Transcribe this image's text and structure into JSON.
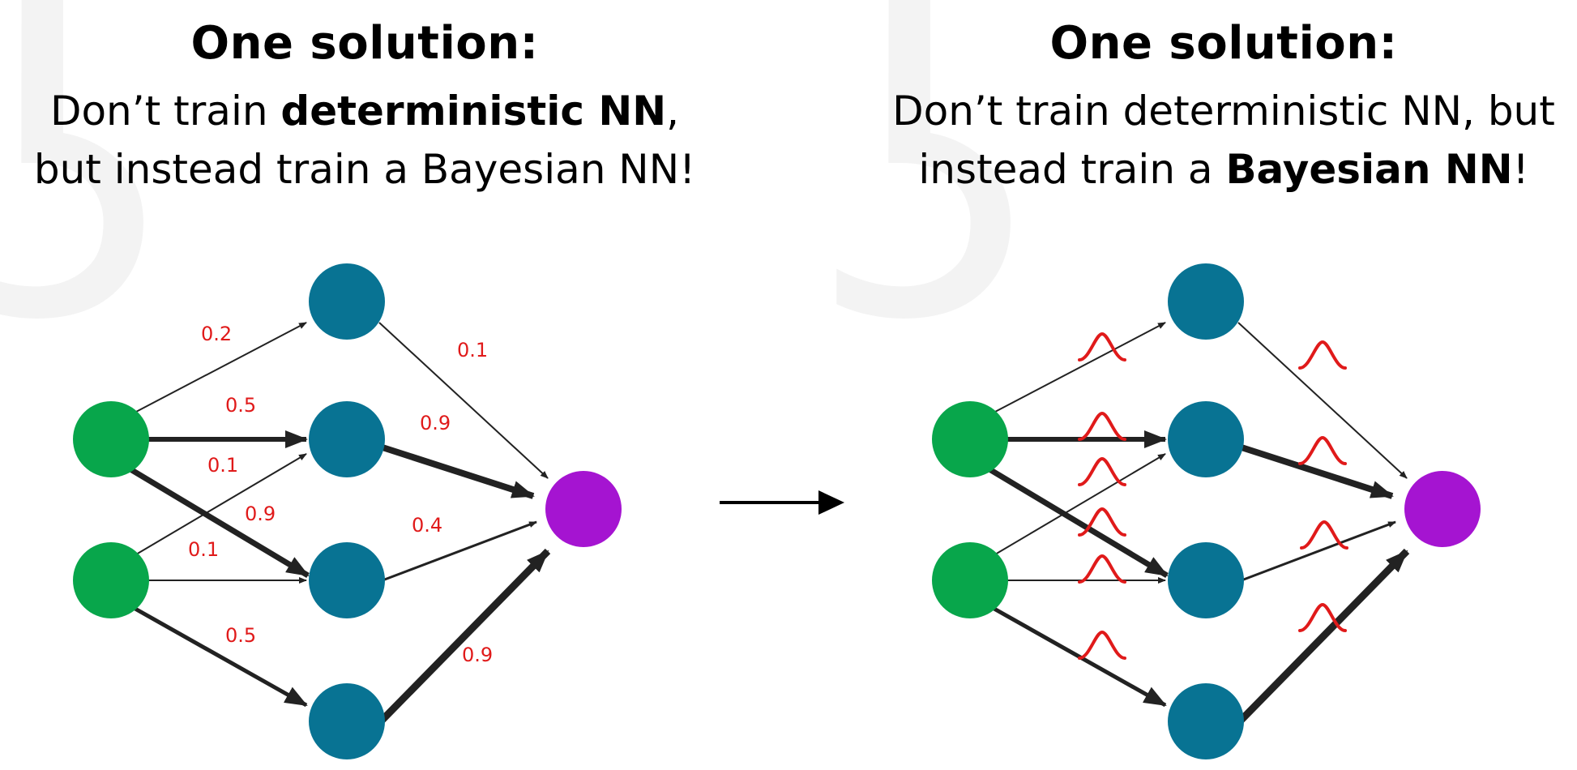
{
  "left_panel": {
    "title": "One solution:",
    "line1_pre": "Don’t train ",
    "line1_bold": "deterministic NN",
    "line1_post": ",",
    "line2": "but instead train a Bayesian NN!",
    "weights": [
      "0.2",
      "0.5",
      "0.1",
      "0.9",
      "0.1",
      "0.5",
      "0.1",
      "0.9",
      "0.4",
      "0.9"
    ]
  },
  "right_panel": {
    "title": "One solution:",
    "line1": "Don’t train deterministic NN, but",
    "line2_pre": "instead train a ",
    "line2_bold": "Bayesian NN",
    "line2_post": "!"
  },
  "colors": {
    "input_node": "#08a64b",
    "hidden_node": "#087393",
    "output_node": "#a514d1",
    "weight_label": "#e01a1a",
    "edge": "#222222"
  }
}
